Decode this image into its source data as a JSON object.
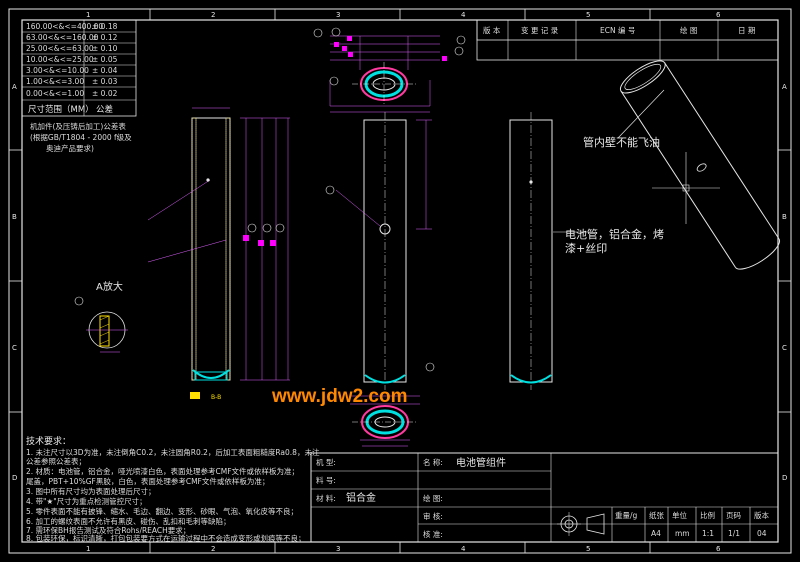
{
  "frame": {
    "col_labels": [
      "1",
      "2",
      "3",
      "4",
      "5",
      "6"
    ],
    "row_labels": [
      "A",
      "B",
      "C",
      "D"
    ]
  },
  "tolerance_table": {
    "rows": [
      {
        "range": "160.00<&<=400.00",
        "tol": "± 0.18"
      },
      {
        "range": "63.00<&<=160.00",
        "tol": "± 0.12"
      },
      {
        "range": "25.00<&<=63.00",
        "tol": "± 0.10"
      },
      {
        "range": "10.00<&<=25.00",
        "tol": "± 0.05"
      },
      {
        "range": "3.00<&<=10.00",
        "tol": "± 0.04"
      },
      {
        "range": "1.00<&<=3.00",
        "tol": "± 0.03"
      },
      {
        "range": "0.00<&<=1.00",
        "tol": "± 0.02"
      }
    ],
    "header_range": "尺寸范围（MM）",
    "header_tol": "公差",
    "caption_line1": "机加件(及压铸后加工)公差表",
    "caption_line2": "(根据GB/T1804 - 2000  f级及",
    "caption_line3": "奥迪产品要求)"
  },
  "revision_table": {
    "headers": [
      "版 本",
      "变 更 记 录",
      "ECN 编 号",
      "绘 图",
      "日 期"
    ]
  },
  "annotations": {
    "tube_inner": "管内壁不能飞油",
    "tube_desc_1": "电池管，铝合金，烤",
    "tube_desc_2": "漆+丝印",
    "detail_a": "A放大",
    "section_label": "B-B",
    "watermark": "www.jdw2.com"
  },
  "tech_req": {
    "title": "技术要求：",
    "items": [
      "1. 未注尺寸以3D为准，未注倒角C0.2，未注圆角R0.2，后加工表面粗糙度Ra0.8，未注",
      "   公差参照公差表；",
      "2. 材质：电池管，铝合金，哑光喷漆白色，表面处理参考CMF文件或依样板为准；",
      "   尾盖，PBT+10%GF黑胶，白色，表面处理参考CMF文件或依样板为准；",
      "3. 图中所有尺寸均为表面处理后尺寸；",
      "4. 带\"★\"尺寸为重点检测管控尺寸；",
      "5. 零件表面不能有披锋、缩水、毛边、翻边、变形、砂眼、气泡、氧化皮等不良；",
      "6. 加工的螺纹表面不允许有黑皮、碰伤、乱扣和毛刺等缺陷；",
      "7. 需环保BH报告测试及符合Rohs/REACH要求；",
      "8. 包装环保，标识清晰，打包包装要方式在运输过程中不会造成变形或划痕等不良；"
    ]
  },
  "title_block": {
    "model_label": "机 型:",
    "name_label": "名 称:",
    "name_value": "电池管组件",
    "part_no_label": "料 号:",
    "material_label": "材 料:",
    "material_value": "铝合金",
    "drawn_label": "绘 图:",
    "review_label": "审 核:",
    "approve_label": "核 准:",
    "headers": [
      "重量/g",
      "纸张",
      "单位",
      "比例",
      "页码",
      "版本"
    ],
    "values": [
      "",
      "A4",
      "mm",
      "1:1",
      "1/1",
      "04"
    ]
  },
  "colors": {
    "background": "#000000",
    "line": "#e6e6e6",
    "dim": "#e060ff",
    "section": "#00e0e0",
    "callout": "#ff00ff",
    "watermark": "#ff8800"
  }
}
